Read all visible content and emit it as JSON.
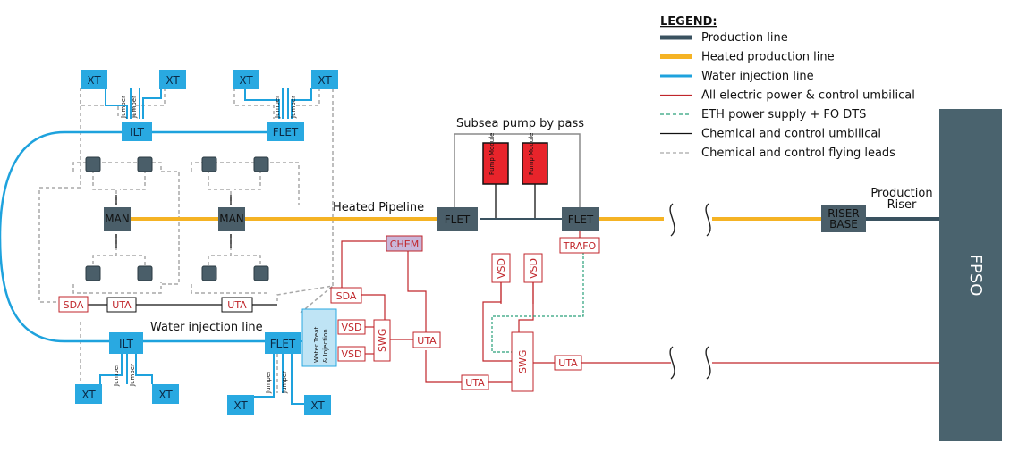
{
  "legend": {
    "title": "LEGEND:",
    "items": [
      {
        "label": "Production line",
        "color": "#3a5260",
        "style": "thick"
      },
      {
        "label": "Heated production line",
        "color": "#f5b324",
        "style": "thick"
      },
      {
        "label": "Water injection line",
        "color": "#1ea2dd",
        "style": "medium"
      },
      {
        "label": "All electric power & control umbilical",
        "color": "#c0262b",
        "style": "thin"
      },
      {
        "label": "ETH power supply + FO DTS",
        "color": "#2aa07a",
        "style": "dashed"
      },
      {
        "label": "Chemical and control umbilical",
        "color": "#111111",
        "style": "thin"
      },
      {
        "label": "Chemical and control flying leads",
        "color": "#a8a8a8",
        "style": "dashed"
      }
    ]
  },
  "labels": {
    "xt": "XT",
    "ilt": "ILT",
    "flet": "FLET",
    "jumper": "Jumper",
    "man": "MAN",
    "sda": "SDA",
    "uta": "UTA",
    "vsd": "VSD",
    "swg": "SWG",
    "chem": "CHEM",
    "trafo": "TRAFO",
    "pump_module": "Pump Module",
    "water_treat_line1": "Water Treat.",
    "water_treat_line2": "& Injection",
    "riser_base_line1": "RISER",
    "riser_base_line2": "BASE",
    "heated_pipeline": "Heated Pipeline",
    "water_injection_line": "Water injection line",
    "subsea_pump_bypass": "Subsea pump by pass",
    "production_riser_line1": "Production",
    "production_riser_line2": "Riser",
    "fpso": "FPSO"
  },
  "colors": {
    "production": "#3a5260",
    "heated": "#f5b324",
    "water": "#1ea2dd",
    "electric": "#c0262b",
    "eth": "#2aa07a",
    "chemical": "#111111",
    "flying": "#a8a8a8",
    "box_blue": "#29a9e1",
    "box_dark": "#4a5e69",
    "pump_red": "#e8242b",
    "fpso": "#4a636e"
  }
}
